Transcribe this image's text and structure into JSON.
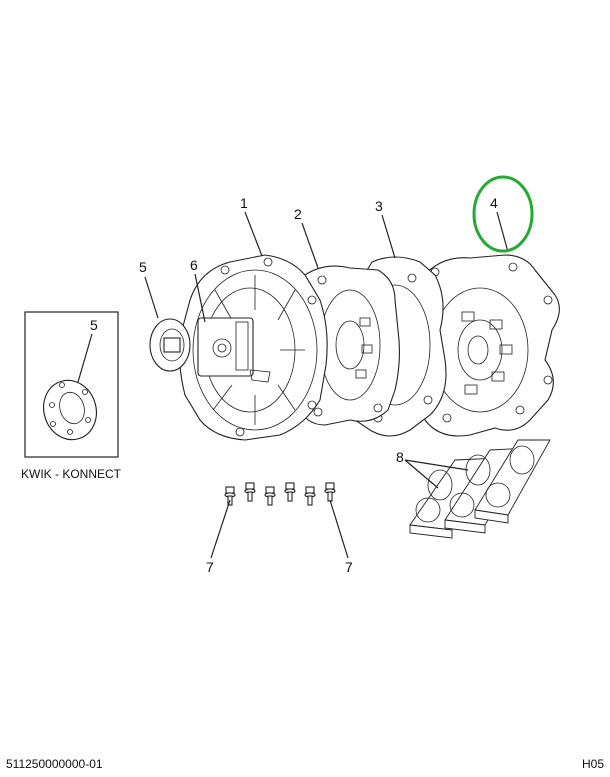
{
  "callouts": {
    "c1": "1",
    "c2": "2",
    "c3": "3",
    "c4": "4",
    "c5": "5",
    "c5_inset": "5",
    "c6": "6",
    "c7_left": "7",
    "c7_right": "7",
    "c8": "8"
  },
  "inset": {
    "caption": "KWIK - KONNECT"
  },
  "footer": {
    "left_code": "511250000000-01",
    "right_code": "H05"
  },
  "highlight": {
    "color": "#22aa33",
    "target": "4"
  }
}
